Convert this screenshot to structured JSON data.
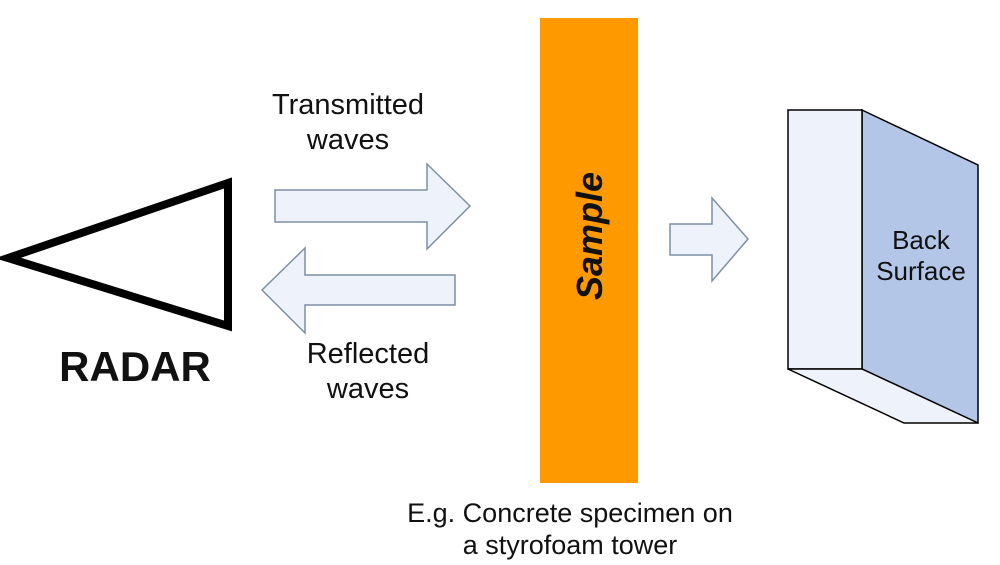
{
  "radar": {
    "label": "RADAR"
  },
  "transmitted": {
    "line1": "Transmitted",
    "line2": "waves"
  },
  "reflected": {
    "line1": "Reflected",
    "line2": "waves"
  },
  "sample": {
    "label": "Sample"
  },
  "back_surface": {
    "line1": "Back",
    "line2": "Surface"
  },
  "caption": {
    "line1": "E.g. Concrete specimen on",
    "line2": "a styrofoam tower"
  },
  "colors": {
    "sample_fill": "#FF9900",
    "arrow_fill": "#EEF3FB",
    "arrow_stroke": "#7F8FA6",
    "block_front": "#EEF2FB",
    "block_side": "#B3C6E7",
    "block_stroke": "#000000"
  }
}
